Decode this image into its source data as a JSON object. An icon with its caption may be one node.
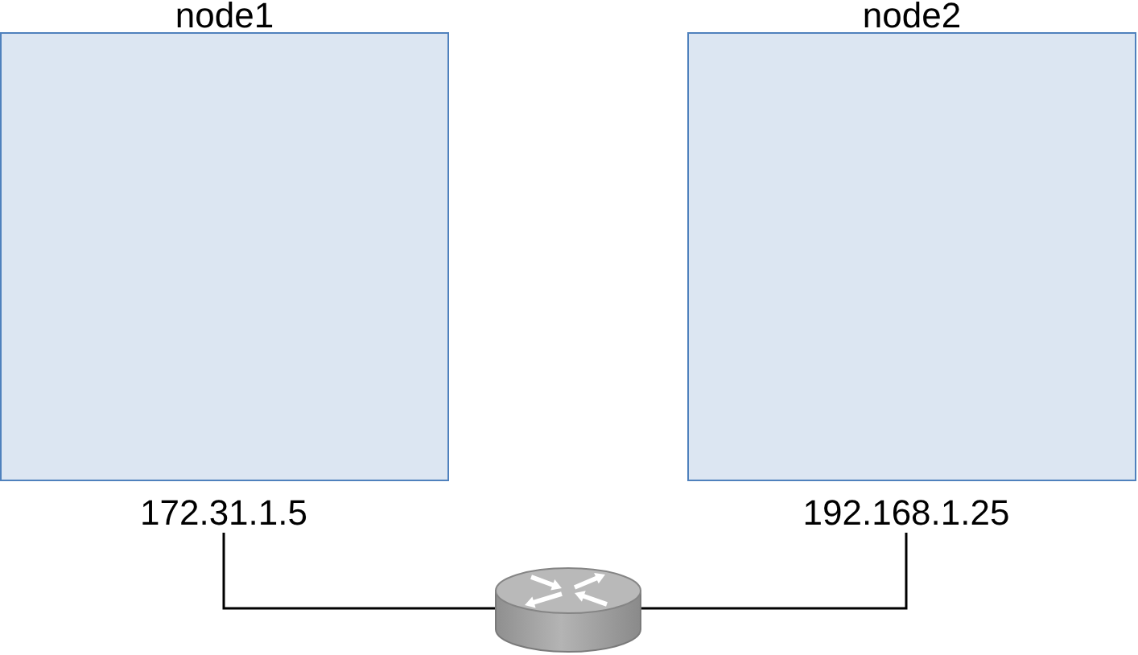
{
  "diagram": {
    "nodes": [
      {
        "text": [
          "node1"
        ]
      },
      {
        "text": [
          "node2"
        ]
      },
      {
        "text": [
          "172.31.1.5"
        ]
      },
      {
        "text": [
          "192.168.1.25"
        ]
      },
      {
        "text": [],
        "shape": "picture"
      }
    ],
    "edges": [
      {
        "from": 2,
        "to": 4,
        "arrow": "none"
      },
      {
        "from": 3,
        "to": 4,
        "arrow": "none"
      }
    ]
  }
}
